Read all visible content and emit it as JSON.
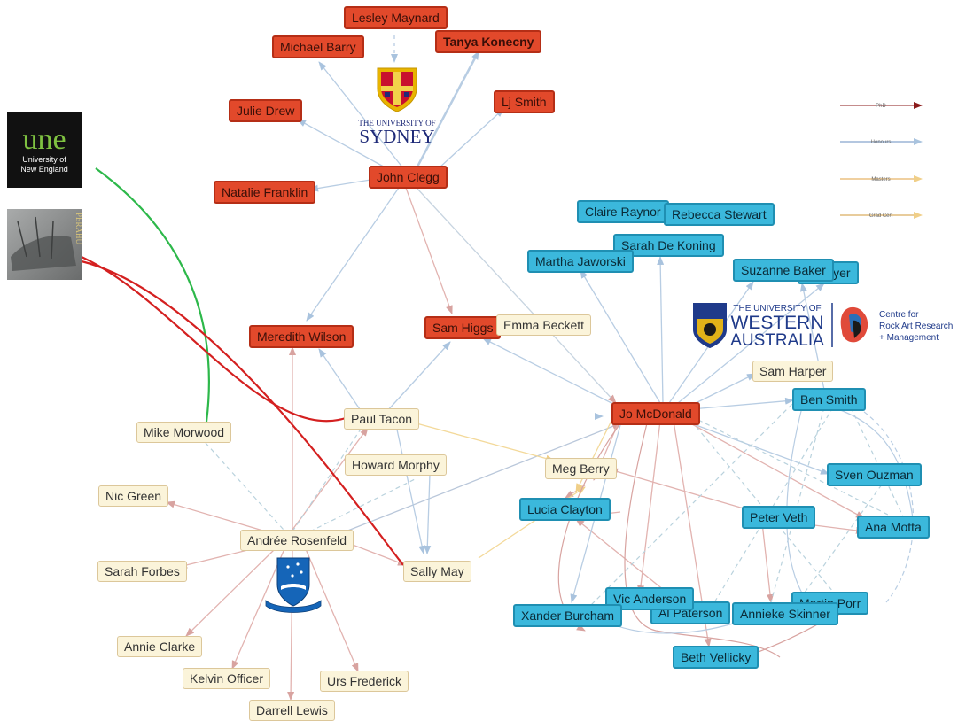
{
  "nodes": {
    "lesley_maynard": "Lesley Maynard",
    "michael_barry": "Michael Barry",
    "tanya_konecny": "Tanya Konecny",
    "julie_drew": "Julie Drew",
    "lj_smith": "Lj Smith",
    "natalie_franklin": "Natalie Franklin",
    "john_clegg": "John Clegg",
    "meredith_wilson": "Meredith Wilson",
    "sam_higgs": "Sam Higgs",
    "emma_beckett": "Emma Beckett",
    "jo_mcdonald": "Jo McDonald",
    "claire_raynor": "Claire Raynor",
    "rebecca_stewart": "Rebecca Stewart",
    "sarah_de_koning": "Sarah De Koning",
    "martha_jaworski": "Martha Jaworski",
    "suzanne_baker": "Suzanne Baker",
    "mayer": "a Mayer",
    "sam_harper": "Sam Harper",
    "ben_smith": "Ben Smith",
    "sven_ouzman": "Sven Ouzman",
    "ana_motta": "Ana Motta",
    "peter_veth": "Peter Veth",
    "meg_berry": "Meg Berry",
    "lucia_clayton": "Lucia Clayton",
    "vic_anderson": "Vic Anderson",
    "al_paterson": "Al Paterson",
    "xander_burcham": "Xander Burcham",
    "annieke_skinner": "Annieke Skinner",
    "martin_porr": "Martin Porr",
    "beth_vellicky": "Beth Vellicky",
    "mike_morwood": "Mike Morwood",
    "paul_tacon": "Paul Tacon",
    "howard_morphy": "Howard Morphy",
    "nic_green": "Nic Green",
    "andree_rosenfeld": "Andrée Rosenfeld",
    "sarah_forbes": "Sarah Forbes",
    "sally_may": "Sally May",
    "annie_clarke": "Annie Clarke",
    "kelvin_officer": "Kelvin Officer",
    "urs_frederick": "Urs Frederick",
    "darrell_lewis": "Darrell Lewis"
  },
  "logos": {
    "sydney_line1": "THE UNIVERSITY OF",
    "sydney_line2": "SYDNEY",
    "une_mark": "une",
    "une_line1": "University of",
    "une_line2": "New England",
    "perahu": "PERAHU",
    "uwa_line1": "THE UNIVERSITY OF",
    "uwa_line2": "WESTERN",
    "uwa_line3": "AUSTRALIA",
    "crar_line1": "Centre for",
    "crar_line2": "Rock Art Research",
    "crar_line3": "+ Management"
  },
  "legend": [
    {
      "label": "PhD",
      "color": "#8b1a1a"
    },
    {
      "label": "Honours",
      "color": "#6a8fc0"
    },
    {
      "label": "Masters",
      "color": "#e0a040"
    },
    {
      "label": "Grad Cert",
      "color": "#d09a3a"
    }
  ],
  "colors": {
    "red_node": "#e2492b",
    "blue_node": "#3bb8dc",
    "cream_node": "#fbf4da",
    "une_curve": "#2db84a",
    "perahu_curve": "#d42020"
  }
}
